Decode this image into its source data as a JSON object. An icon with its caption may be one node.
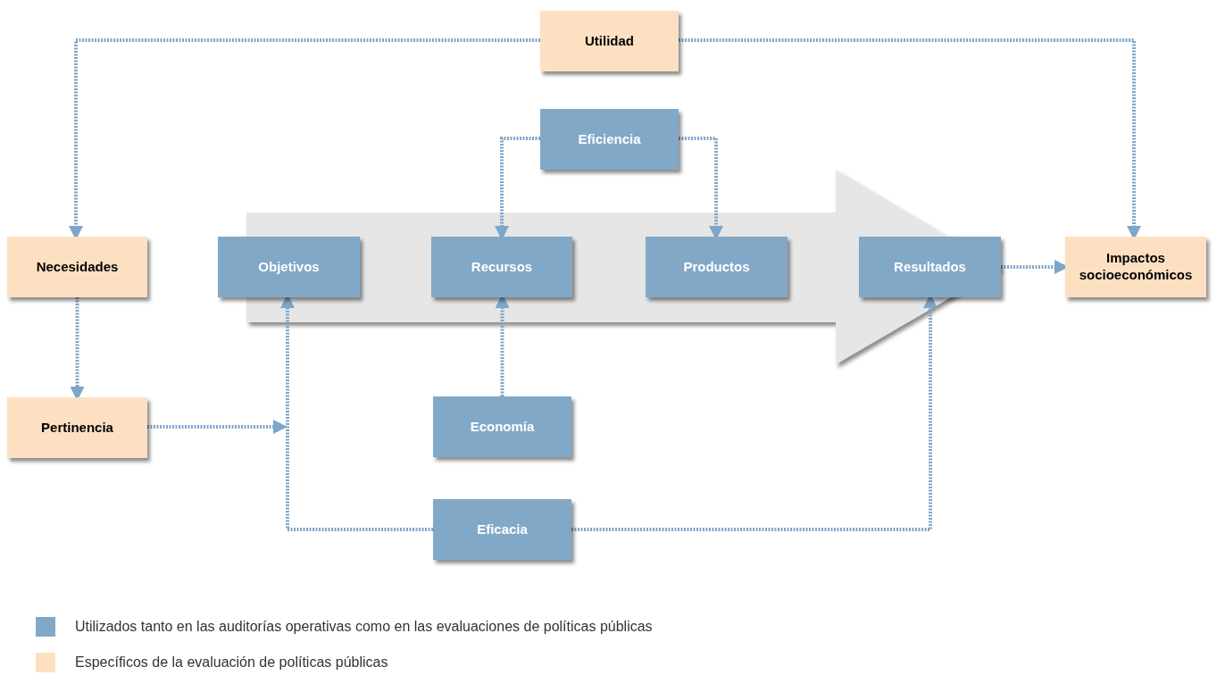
{
  "diagram": {
    "nodes": [
      {
        "text": [
          "Utilidad"
        ]
      },
      {
        "text": [
          "Eficiencia"
        ]
      },
      {
        "text": [
          "Necesidades"
        ]
      },
      {
        "text": [
          "Objetivos"
        ]
      },
      {
        "text": [
          "Recursos"
        ]
      },
      {
        "text": [
          "Productos"
        ]
      },
      {
        "text": [
          "Resultados"
        ]
      },
      {
        "text": [
          "Impactos socioeconómicos"
        ]
      },
      {
        "text": [
          "Pertinencia"
        ]
      },
      {
        "text": [
          "Economía"
        ]
      },
      {
        "text": [
          "Eficacia"
        ]
      }
    ],
    "edges": [
      {
        "from": 0,
        "to": 2,
        "arrow": "to",
        "style": "dashed"
      },
      {
        "from": 0,
        "to": 7,
        "arrow": "to",
        "style": "dashed"
      },
      {
        "from": 1,
        "to": 4,
        "arrow": "to",
        "style": "dashed"
      },
      {
        "from": 1,
        "to": 5,
        "arrow": "to",
        "style": "dashed"
      },
      {
        "from": 2,
        "to": 8,
        "arrow": "to",
        "style": "dashed"
      },
      {
        "from": 8,
        "to": null,
        "arrow": "to",
        "style": "dashed"
      },
      {
        "from": 9,
        "to": 4,
        "arrow": "to",
        "style": "dashed"
      },
      {
        "from": 10,
        "to": 3,
        "arrow": "to",
        "style": "dashed"
      },
      {
        "from": 10,
        "to": 6,
        "arrow": "to",
        "style": "dashed"
      },
      {
        "from": 6,
        "to": 7,
        "arrow": "to",
        "style": "dashed"
      },
      {
        "from": 3,
        "to": 6,
        "arrow": "to",
        "style": "thick",
        "color": "#e6e6e6"
      }
    ],
    "legend": [
      {
        "text": "Utilizados tanto en las auditorías operativas como en las evaluaciones de políticas públicas",
        "color": "#82a8c8"
      },
      {
        "text": "Específicos de la evaluación de políticas públicas",
        "color": "#fde0c2"
      }
    ]
  }
}
